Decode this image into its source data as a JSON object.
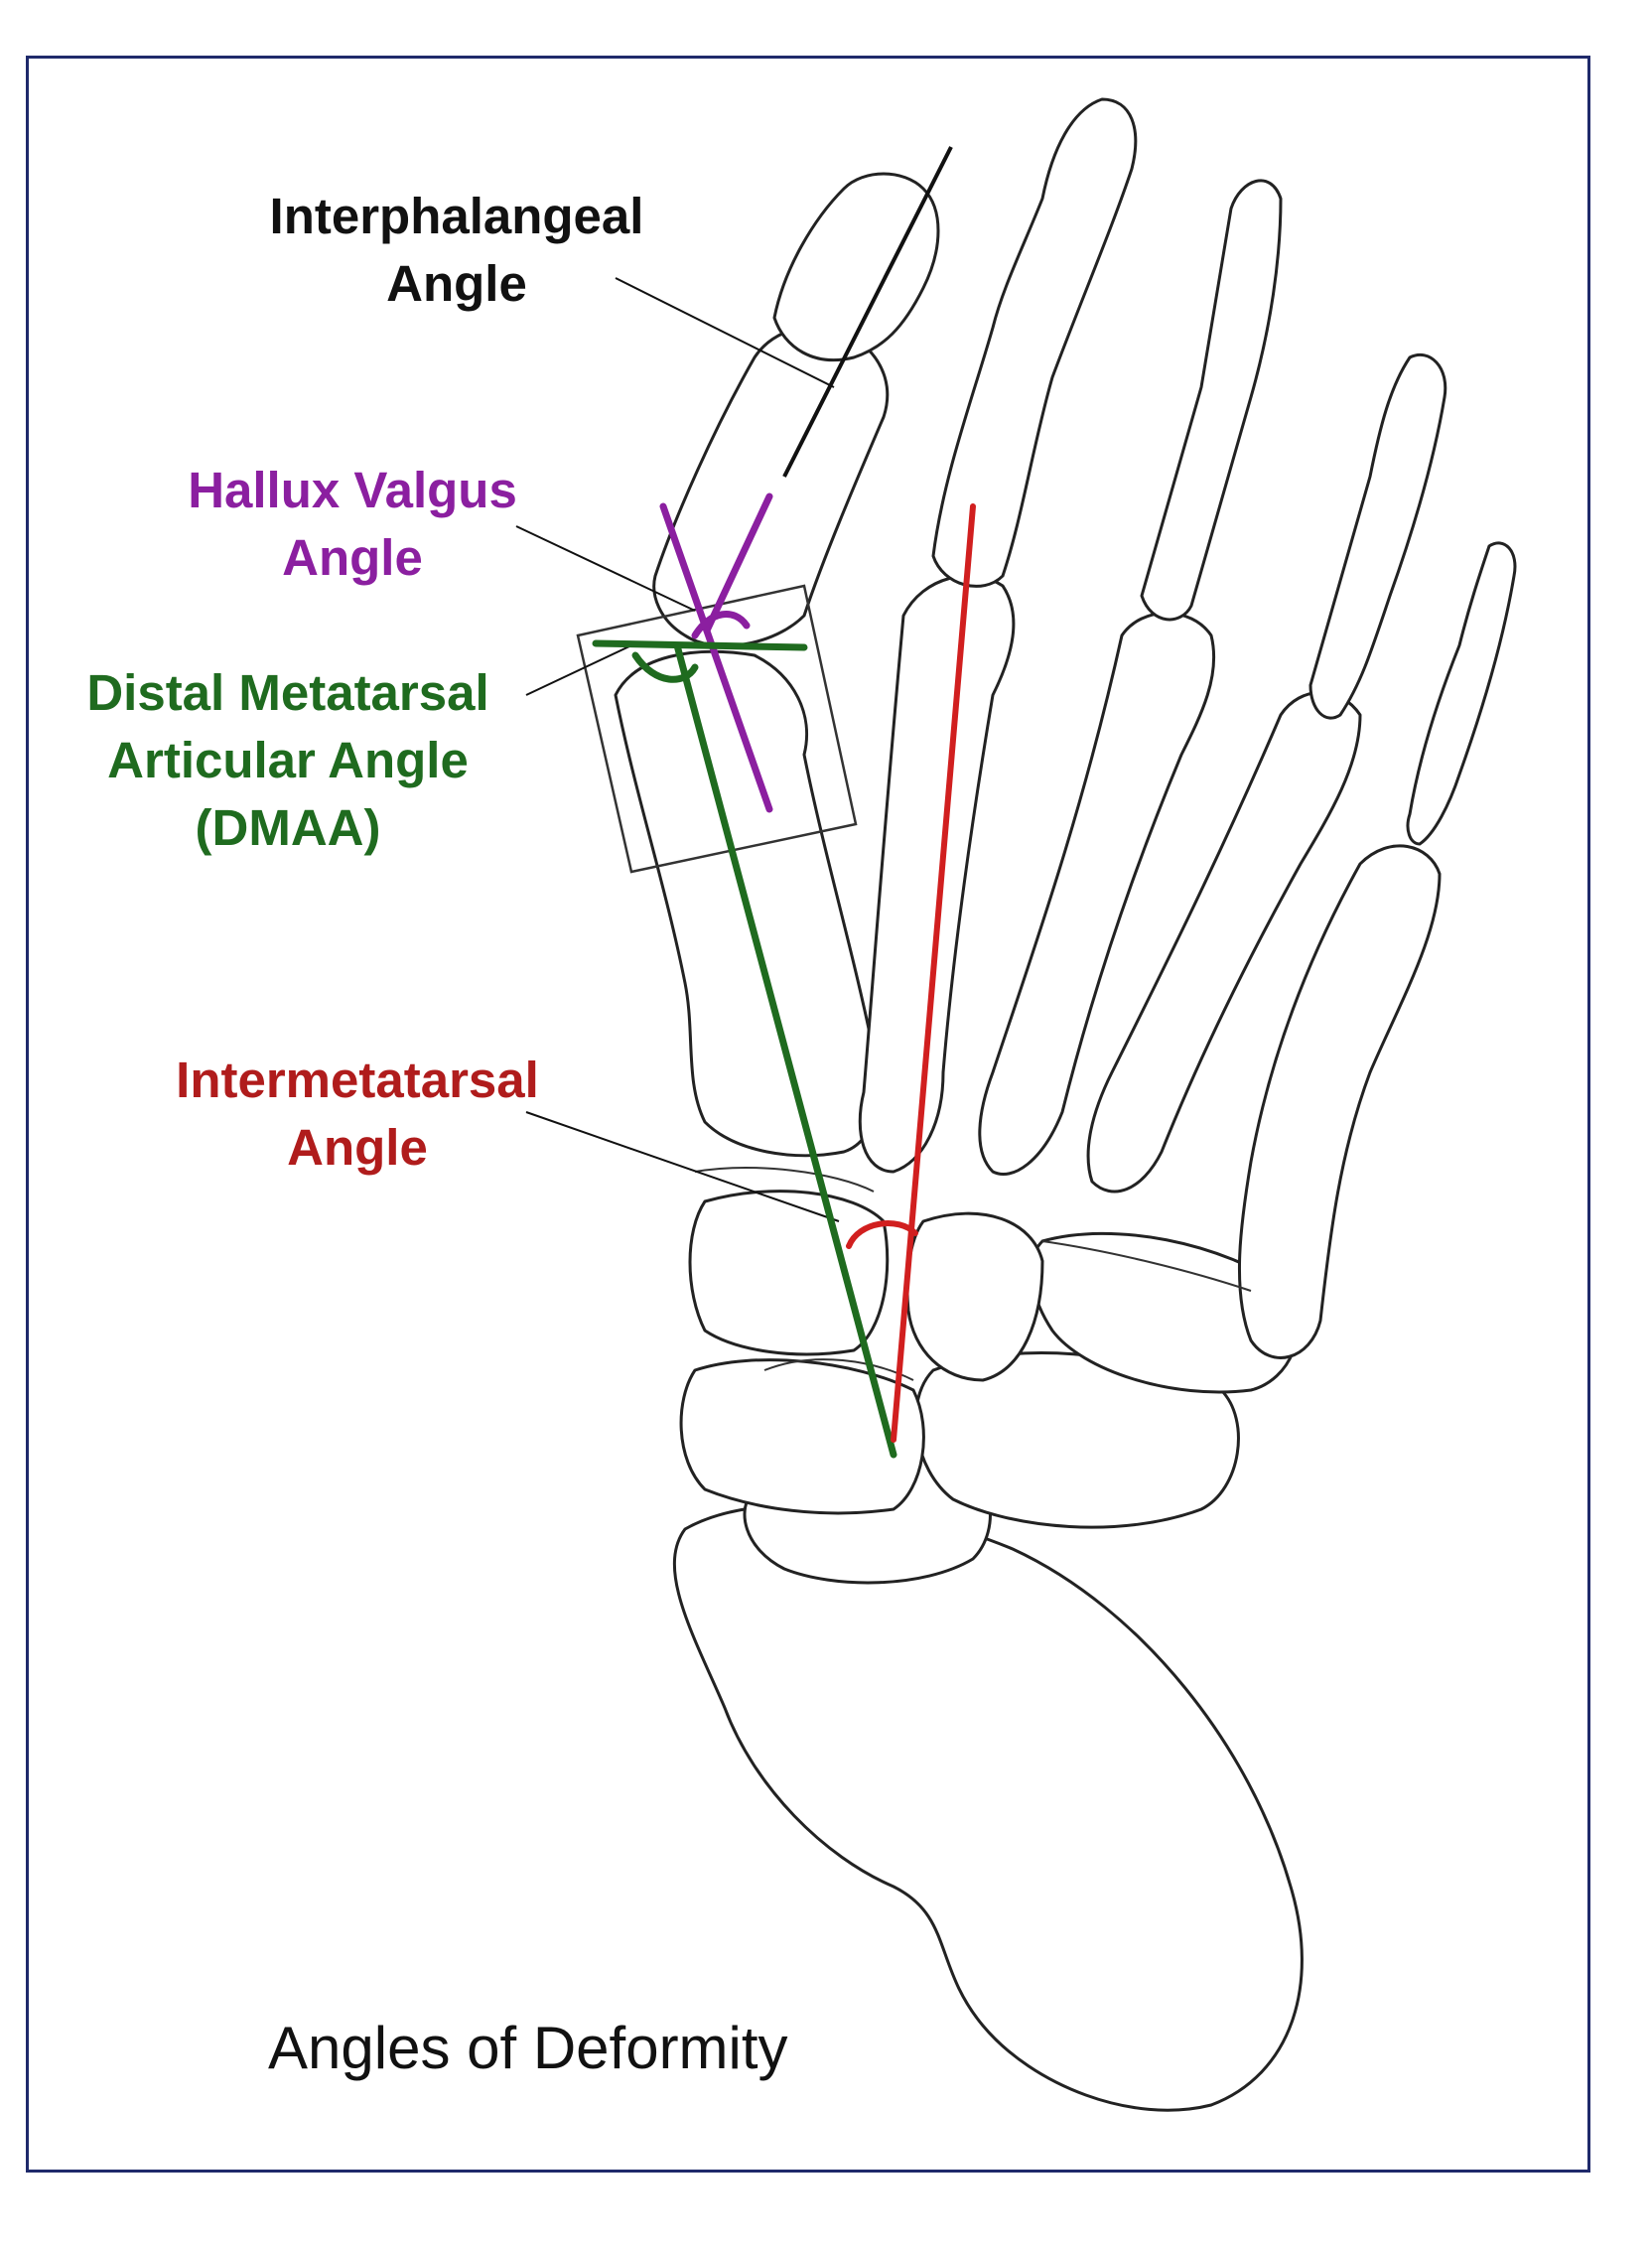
{
  "labels": {
    "interphalangeal": {
      "line1": "Interphalangeal",
      "line2": "Angle",
      "color": "#111111"
    },
    "hallux_valgus": {
      "line1": "Hallux Valgus",
      "line2": "Angle",
      "color": "#8b1fa0"
    },
    "dmaa": {
      "line1": "Distal Metatarsal",
      "line2": "Articular Angle",
      "line3": "(DMAA)",
      "color": "#1f6b1f"
    },
    "intermetatarsal": {
      "line1": "Intermetatarsal",
      "line2": "Angle",
      "color": "#b01c1c"
    }
  },
  "caption": "Angles of Deformity",
  "colors": {
    "frame": "#1f2a6b",
    "bone_outline": "#222222",
    "interphalangeal_line": "#111111",
    "hallux_valgus_line": "#8b1fa0",
    "dmaa_line": "#1f6b1f",
    "intermetatarsal_line": "#d11f1f"
  }
}
